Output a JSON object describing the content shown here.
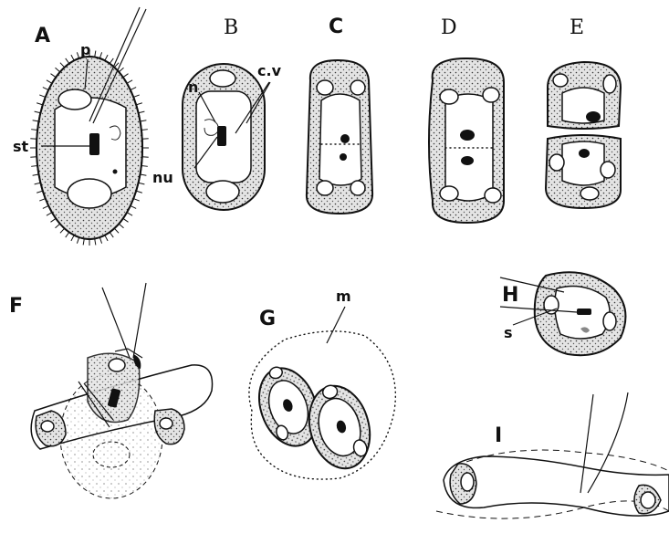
{
  "panels": {
    "A": "A",
    "B": "B",
    "C": "C",
    "D": "D",
    "E": "E",
    "F": "F",
    "G": "G",
    "H": "H",
    "I": "I"
  },
  "parts": {
    "p": "p",
    "st": "st",
    "n": "n",
    "nu": "nu",
    "cv": "c.v",
    "m": "m",
    "s": "s"
  }
}
